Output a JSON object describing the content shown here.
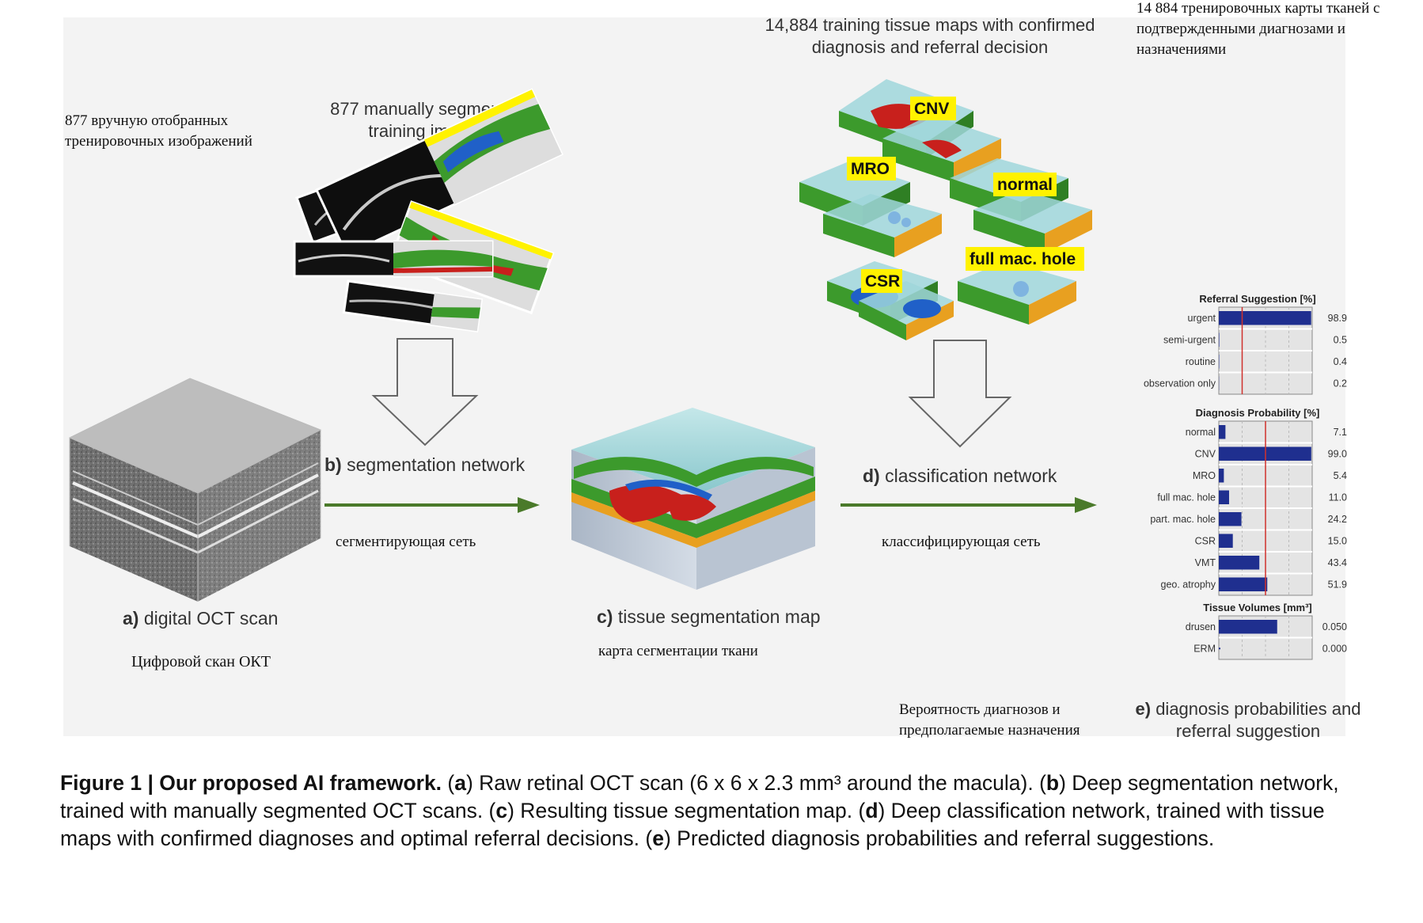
{
  "labels": {
    "seg_training": "877 manually segmented training images",
    "cls_training": "14,884 training tissue maps with confirmed diagnosis and referral decision",
    "a_prefix": "a)",
    "a_text": " digital OCT scan",
    "b_prefix": "b)",
    "b_text": " segmentation network",
    "c_prefix": "c)",
    "c_text": " tissue segmentation map",
    "d_prefix": "d)",
    "d_text": " classification network",
    "e_prefix": "e)",
    "e_text": " diagnosis probabilities and referral suggestion"
  },
  "tissue_tags": [
    "CNV",
    "MRO",
    "normal",
    "CSR",
    "full mac. hole"
  ],
  "russian": {
    "seg_training_ru": "877 вручную отобранных тренировочных изображений",
    "cls_training_ru": "14 884 тренировочных карты тканей с подтвержденными диагнозами и назначениями",
    "seg_net_ru": "сегментирующая сеть",
    "cls_net_ru": "классифицирующая сеть",
    "oct_ru": "Цифровой скан ОКТ",
    "map_ru": "карта сегментации ткани",
    "e_ru": "Вероятность диагнозов и предполагаемые назначения"
  },
  "chart_data": [
    {
      "type": "bar",
      "title": "Referral Suggestion [%]",
      "categories": [
        "urgent",
        "semi-urgent",
        "routine",
        "observation only"
      ],
      "values": [
        98.9,
        0.5,
        0.4,
        0.2
      ],
      "value_labels": [
        "98.9",
        "0.5",
        "0.4",
        "0.2"
      ],
      "xlim": [
        0,
        100
      ],
      "grid": true
    },
    {
      "type": "bar",
      "title": "Diagnosis Probability [%]",
      "categories": [
        "normal",
        "CNV",
        "MRO",
        "full mac. hole",
        "part. mac. hole",
        "CSR",
        "VMT",
        "geo. atrophy"
      ],
      "values": [
        7.1,
        99.0,
        5.4,
        11.0,
        24.2,
        15.0,
        43.4,
        51.9
      ],
      "value_labels": [
        "7.1",
        "99.0",
        "5.4",
        "11.0",
        "24.2",
        "15.0",
        "43.4",
        "51.9"
      ],
      "xlim": [
        0,
        100
      ],
      "grid": true
    },
    {
      "type": "bar",
      "title": "Tissue Volumes [mm³]",
      "categories": [
        "drusen",
        "ERM"
      ],
      "values": [
        0.05,
        0.0
      ],
      "value_labels": [
        "0.050",
        "0.000"
      ],
      "grid": true
    }
  ],
  "caption": {
    "fig_label": "Figure 1 | Our proposed AI framework.",
    "p1": " (",
    "a": "a",
    "t_a": ") Raw retinal OCT scan (6 x 6 x 2.3 mm³ around the macula). (",
    "b": "b",
    "t_b": ") Deep segmentation network, trained with manually segmented OCT scans.  (",
    "c": "c",
    "t_c": ") Resulting tissue segmentation map. (",
    "d": "d",
    "t_d": ") Deep classification network, trained with tissue maps with confirmed diagnoses and optimal referral decisions. (",
    "e": "e",
    "t_e": ") Predicted diagnosis probabilities and referral suggestions."
  },
  "colors": {
    "arrow_green": "#4a7a2a",
    "bar_navy": "#1f2f8f",
    "red_line": "#d0312d",
    "tag_yellow": "#fff200",
    "tissue_green": "#3c9a2c",
    "tissue_blue": "#2060c8",
    "tissue_red": "#c8201c",
    "tissue_orange": "#e8a020",
    "tissue_cyan": "#9fd6da"
  }
}
